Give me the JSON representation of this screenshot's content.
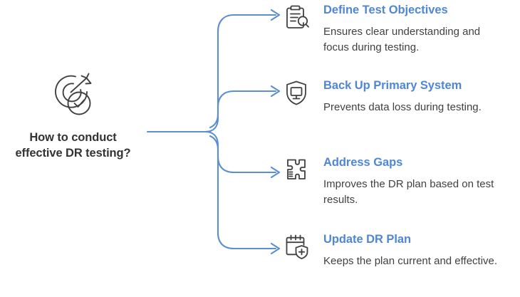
{
  "diagram": {
    "type": "mind-map",
    "background_color": "#ffffff",
    "connector_color": "#5b8fd0",
    "title_color": "#4f86d6",
    "body_color": "#3f4143",
    "root_label_color": "#333333",
    "icon_color": "#414141"
  },
  "root": {
    "icon": "target-arrow-check-icon",
    "label_line_1": "How to conduct",
    "label_line_2": "effective DR testing?"
  },
  "branches": [
    {
      "icon": "clipboard-search-icon",
      "title": "Define Test Objectives",
      "description": "Ensures clear understanding and focus during testing."
    },
    {
      "icon": "shield-monitor-icon",
      "title": "Back Up Primary System",
      "description": "Prevents data loss during testing."
    },
    {
      "icon": "puzzle-pieces-icon",
      "title": "Address Gaps",
      "description": "Improves the DR plan based on test results."
    },
    {
      "icon": "calendar-shield-plus-icon",
      "title": "Update DR Plan",
      "description": "Keeps the plan current and effective."
    }
  ]
}
